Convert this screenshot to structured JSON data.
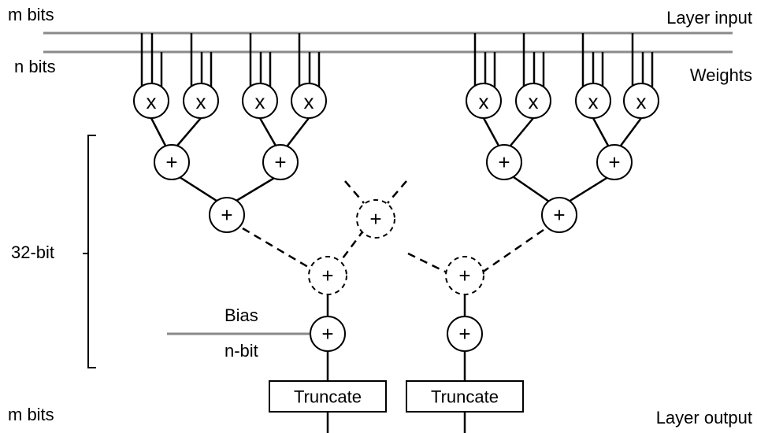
{
  "labels": {
    "m_bits_top": "m bits",
    "n_bits": "n bits",
    "layer_input": "Layer input",
    "weights": "Weights",
    "bit32": "32-bit",
    "bias": "Bias",
    "n_bit": "n-bit",
    "m_bits_bottom": "m bits",
    "layer_output": "Layer output"
  },
  "symbols": {
    "mult": "x",
    "add": "+"
  },
  "truncate": [
    "Truncate",
    "Truncate"
  ]
}
